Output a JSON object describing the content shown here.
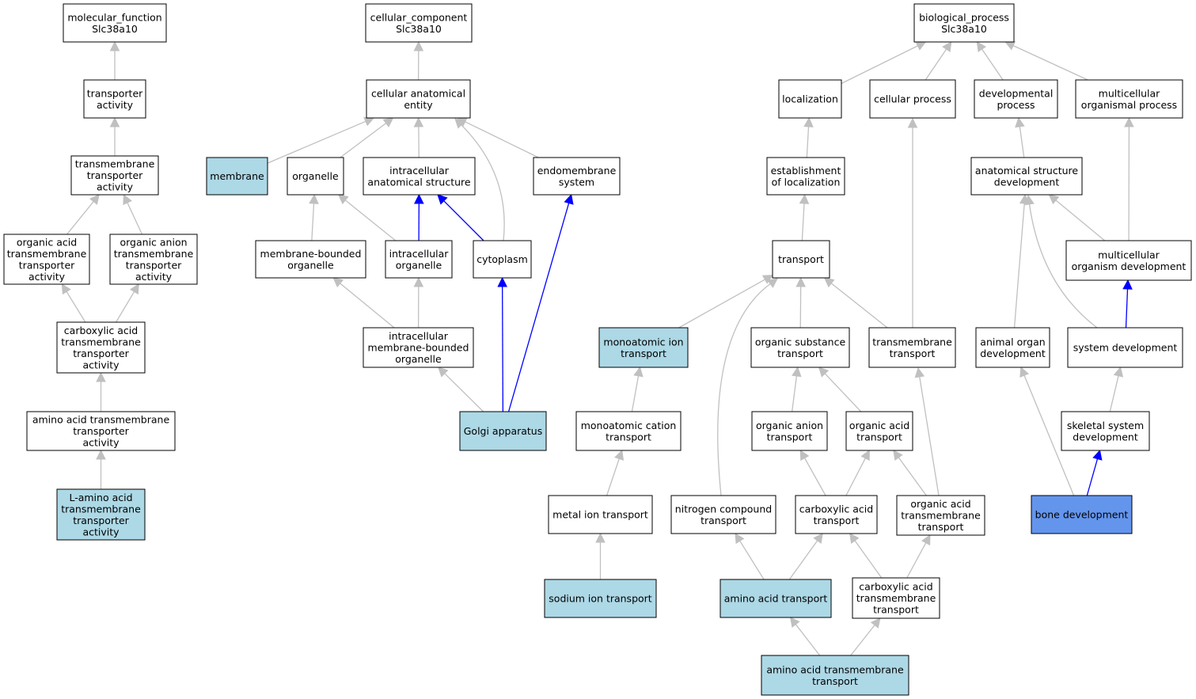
{
  "colors": {
    "edge": "#c0c0c0",
    "edge_highlight": "#0000ff",
    "node_default": "#ffffff",
    "node_annotated": "#add8e6",
    "node_focus": "#6495ed",
    "border": "#000000"
  },
  "nodes": {
    "mf_root": {
      "lines": [
        "molecular_function",
        "Slc38a10"
      ],
      "style": "default"
    },
    "transporter_activity": {
      "lines": [
        "transporter",
        "activity"
      ],
      "style": "default"
    },
    "tm_transporter_activity": {
      "lines": [
        "transmembrane",
        "transporter",
        "activity"
      ],
      "style": "default"
    },
    "organic_acid_tm_activity": {
      "lines": [
        "organic acid",
        "transmembrane",
        "transporter",
        "activity"
      ],
      "style": "default"
    },
    "organic_anion_tm_activity": {
      "lines": [
        "organic anion",
        "transmembrane",
        "transporter",
        "activity"
      ],
      "style": "default"
    },
    "carboxylic_acid_tm_activity": {
      "lines": [
        "carboxylic acid",
        "transmembrane",
        "transporter",
        "activity"
      ],
      "style": "default"
    },
    "amino_acid_tm_activity": {
      "lines": [
        "amino acid transmembrane",
        "transporter",
        "activity"
      ],
      "style": "default"
    },
    "l_amino_acid_tm_activity": {
      "lines": [
        "L-amino acid",
        "transmembrane",
        "transporter",
        "activity"
      ],
      "style": "annotated"
    },
    "cc_root": {
      "lines": [
        "cellular_component",
        "Slc38a10"
      ],
      "style": "default"
    },
    "cellular_anatomical_entity": {
      "lines": [
        "cellular anatomical",
        "entity"
      ],
      "style": "default"
    },
    "membrane": {
      "lines": [
        "membrane"
      ],
      "style": "annotated"
    },
    "organelle": {
      "lines": [
        "organelle"
      ],
      "style": "default"
    },
    "intracellular_anatomical_structure": {
      "lines": [
        "intracellular",
        "anatomical structure"
      ],
      "style": "default"
    },
    "endomembrane_system": {
      "lines": [
        "endomembrane",
        "system"
      ],
      "style": "default"
    },
    "membrane_bounded_organelle": {
      "lines": [
        "membrane-bounded",
        "organelle"
      ],
      "style": "default"
    },
    "intracellular_organelle": {
      "lines": [
        "intracellular",
        "organelle"
      ],
      "style": "default"
    },
    "cytoplasm": {
      "lines": [
        "cytoplasm"
      ],
      "style": "default"
    },
    "intracellular_mb_organelle": {
      "lines": [
        "intracellular",
        "membrane-bounded",
        "organelle"
      ],
      "style": "default"
    },
    "golgi_apparatus": {
      "lines": [
        "Golgi apparatus"
      ],
      "style": "annotated"
    },
    "bp_root": {
      "lines": [
        "biological_process",
        "Slc38a10"
      ],
      "style": "default"
    },
    "localization": {
      "lines": [
        "localization"
      ],
      "style": "default"
    },
    "cellular_process": {
      "lines": [
        "cellular process"
      ],
      "style": "default"
    },
    "developmental_process": {
      "lines": [
        "developmental",
        "process"
      ],
      "style": "default"
    },
    "multicellular_organismal_process": {
      "lines": [
        "multicellular",
        "organismal process"
      ],
      "style": "default"
    },
    "establishment_of_localization": {
      "lines": [
        "establishment",
        "of localization"
      ],
      "style": "default"
    },
    "anatomical_structure_development": {
      "lines": [
        "anatomical structure",
        "development"
      ],
      "style": "default"
    },
    "transport": {
      "lines": [
        "transport"
      ],
      "style": "default"
    },
    "multicellular_organism_development": {
      "lines": [
        "multicellular",
        "organism development"
      ],
      "style": "default"
    },
    "monoatomic_ion_transport": {
      "lines": [
        "monoatomic ion",
        "transport"
      ],
      "style": "annotated"
    },
    "organic_substance_transport": {
      "lines": [
        "organic substance",
        "transport"
      ],
      "style": "default"
    },
    "transmembrane_transport": {
      "lines": [
        "transmembrane",
        "transport"
      ],
      "style": "default"
    },
    "animal_organ_development": {
      "lines": [
        "animal organ",
        "development"
      ],
      "style": "default"
    },
    "system_development": {
      "lines": [
        "system development"
      ],
      "style": "default"
    },
    "monoatomic_cation_transport": {
      "lines": [
        "monoatomic cation",
        "transport"
      ],
      "style": "default"
    },
    "organic_anion_transport": {
      "lines": [
        "organic anion",
        "transport"
      ],
      "style": "default"
    },
    "organic_acid_transport": {
      "lines": [
        "organic acid",
        "transport"
      ],
      "style": "default"
    },
    "skeletal_system_development": {
      "lines": [
        "skeletal system",
        "development"
      ],
      "style": "default"
    },
    "metal_ion_transport": {
      "lines": [
        "metal ion transport"
      ],
      "style": "default"
    },
    "nitrogen_compound_transport": {
      "lines": [
        "nitrogen compound",
        "transport"
      ],
      "style": "default"
    },
    "carboxylic_acid_transport": {
      "lines": [
        "carboxylic acid",
        "transport"
      ],
      "style": "default"
    },
    "organic_acid_tm_transport": {
      "lines": [
        "organic acid",
        "transmembrane",
        "transport"
      ],
      "style": "default"
    },
    "bone_development": {
      "lines": [
        "bone development"
      ],
      "style": "focus"
    },
    "sodium_ion_transport": {
      "lines": [
        "sodium ion transport"
      ],
      "style": "annotated"
    },
    "amino_acid_transport": {
      "lines": [
        "amino acid transport"
      ],
      "style": "annotated"
    },
    "carboxylic_acid_tm_transport": {
      "lines": [
        "carboxylic acid",
        "transmembrane",
        "transport"
      ],
      "style": "default"
    },
    "amino_acid_tm_transport": {
      "lines": [
        "amino acid transmembrane",
        "transport"
      ],
      "style": "annotated"
    }
  },
  "edges": [
    {
      "from": "transporter_activity",
      "to": "mf_root",
      "kind": "is_a"
    },
    {
      "from": "tm_transporter_activity",
      "to": "transporter_activity",
      "kind": "is_a"
    },
    {
      "from": "organic_acid_tm_activity",
      "to": "tm_transporter_activity",
      "kind": "is_a"
    },
    {
      "from": "organic_anion_tm_activity",
      "to": "tm_transporter_activity",
      "kind": "is_a"
    },
    {
      "from": "carboxylic_acid_tm_activity",
      "to": "organic_acid_tm_activity",
      "kind": "is_a"
    },
    {
      "from": "carboxylic_acid_tm_activity",
      "to": "organic_anion_tm_activity",
      "kind": "is_a"
    },
    {
      "from": "amino_acid_tm_activity",
      "to": "carboxylic_acid_tm_activity",
      "kind": "is_a"
    },
    {
      "from": "l_amino_acid_tm_activity",
      "to": "amino_acid_tm_activity",
      "kind": "is_a"
    },
    {
      "from": "cellular_anatomical_entity",
      "to": "cc_root",
      "kind": "is_a"
    },
    {
      "from": "membrane",
      "to": "cellular_anatomical_entity",
      "kind": "is_a"
    },
    {
      "from": "organelle",
      "to": "cellular_anatomical_entity",
      "kind": "is_a"
    },
    {
      "from": "intracellular_anatomical_structure",
      "to": "cellular_anatomical_entity",
      "kind": "is_a"
    },
    {
      "from": "endomembrane_system",
      "to": "cellular_anatomical_entity",
      "kind": "is_a"
    },
    {
      "from": "cytoplasm",
      "to": "cellular_anatomical_entity",
      "kind": "is_a"
    },
    {
      "from": "membrane_bounded_organelle",
      "to": "organelle",
      "kind": "is_a"
    },
    {
      "from": "intracellular_organelle",
      "to": "organelle",
      "kind": "is_a"
    },
    {
      "from": "intracellular_organelle",
      "to": "intracellular_anatomical_structure",
      "kind": "part_of"
    },
    {
      "from": "cytoplasm",
      "to": "intracellular_anatomical_structure",
      "kind": "part_of"
    },
    {
      "from": "intracellular_mb_organelle",
      "to": "membrane_bounded_organelle",
      "kind": "is_a"
    },
    {
      "from": "intracellular_mb_organelle",
      "to": "intracellular_organelle",
      "kind": "is_a"
    },
    {
      "from": "golgi_apparatus",
      "to": "intracellular_mb_organelle",
      "kind": "is_a"
    },
    {
      "from": "golgi_apparatus",
      "to": "cytoplasm",
      "kind": "part_of"
    },
    {
      "from": "golgi_apparatus",
      "to": "endomembrane_system",
      "kind": "part_of"
    },
    {
      "from": "localization",
      "to": "bp_root",
      "kind": "is_a"
    },
    {
      "from": "cellular_process",
      "to": "bp_root",
      "kind": "is_a"
    },
    {
      "from": "developmental_process",
      "to": "bp_root",
      "kind": "is_a"
    },
    {
      "from": "multicellular_organismal_process",
      "to": "bp_root",
      "kind": "is_a"
    },
    {
      "from": "establishment_of_localization",
      "to": "localization",
      "kind": "is_a"
    },
    {
      "from": "anatomical_structure_development",
      "to": "developmental_process",
      "kind": "is_a"
    },
    {
      "from": "transport",
      "to": "establishment_of_localization",
      "kind": "is_a"
    },
    {
      "from": "multicellular_organism_development",
      "to": "anatomical_structure_development",
      "kind": "is_a"
    },
    {
      "from": "multicellular_organism_development",
      "to": "multicellular_organismal_process",
      "kind": "is_a"
    },
    {
      "from": "monoatomic_ion_transport",
      "to": "transport",
      "kind": "is_a"
    },
    {
      "from": "organic_substance_transport",
      "to": "transport",
      "kind": "is_a"
    },
    {
      "from": "transmembrane_transport",
      "to": "transport",
      "kind": "is_a"
    },
    {
      "from": "transmembrane_transport",
      "to": "cellular_process",
      "kind": "is_a"
    },
    {
      "from": "nitrogen_compound_transport",
      "to": "transport",
      "kind": "is_a"
    },
    {
      "from": "animal_organ_development",
      "to": "anatomical_structure_development",
      "kind": "is_a"
    },
    {
      "from": "system_development",
      "to": "anatomical_structure_development",
      "kind": "is_a"
    },
    {
      "from": "system_development",
      "to": "multicellular_organism_development",
      "kind": "part_of"
    },
    {
      "from": "monoatomic_cation_transport",
      "to": "monoatomic_ion_transport",
      "kind": "is_a"
    },
    {
      "from": "organic_anion_transport",
      "to": "organic_substance_transport",
      "kind": "is_a"
    },
    {
      "from": "organic_acid_transport",
      "to": "organic_substance_transport",
      "kind": "is_a"
    },
    {
      "from": "skeletal_system_development",
      "to": "system_development",
      "kind": "is_a"
    },
    {
      "from": "metal_ion_transport",
      "to": "monoatomic_cation_transport",
      "kind": "is_a"
    },
    {
      "from": "carboxylic_acid_transport",
      "to": "organic_anion_transport",
      "kind": "is_a"
    },
    {
      "from": "carboxylic_acid_transport",
      "to": "organic_acid_transport",
      "kind": "is_a"
    },
    {
      "from": "organic_acid_tm_transport",
      "to": "organic_acid_transport",
      "kind": "is_a"
    },
    {
      "from": "organic_acid_tm_transport",
      "to": "transmembrane_transport",
      "kind": "is_a"
    },
    {
      "from": "bone_development",
      "to": "animal_organ_development",
      "kind": "is_a"
    },
    {
      "from": "bone_development",
      "to": "skeletal_system_development",
      "kind": "part_of"
    },
    {
      "from": "sodium_ion_transport",
      "to": "metal_ion_transport",
      "kind": "is_a"
    },
    {
      "from": "amino_acid_transport",
      "to": "nitrogen_compound_transport",
      "kind": "is_a"
    },
    {
      "from": "amino_acid_transport",
      "to": "carboxylic_acid_transport",
      "kind": "is_a"
    },
    {
      "from": "carboxylic_acid_tm_transport",
      "to": "carboxylic_acid_transport",
      "kind": "is_a"
    },
    {
      "from": "carboxylic_acid_tm_transport",
      "to": "organic_acid_tm_transport",
      "kind": "is_a"
    },
    {
      "from": "amino_acid_tm_transport",
      "to": "amino_acid_transport",
      "kind": "is_a"
    },
    {
      "from": "amino_acid_tm_transport",
      "to": "carboxylic_acid_tm_transport",
      "kind": "is_a"
    }
  ]
}
